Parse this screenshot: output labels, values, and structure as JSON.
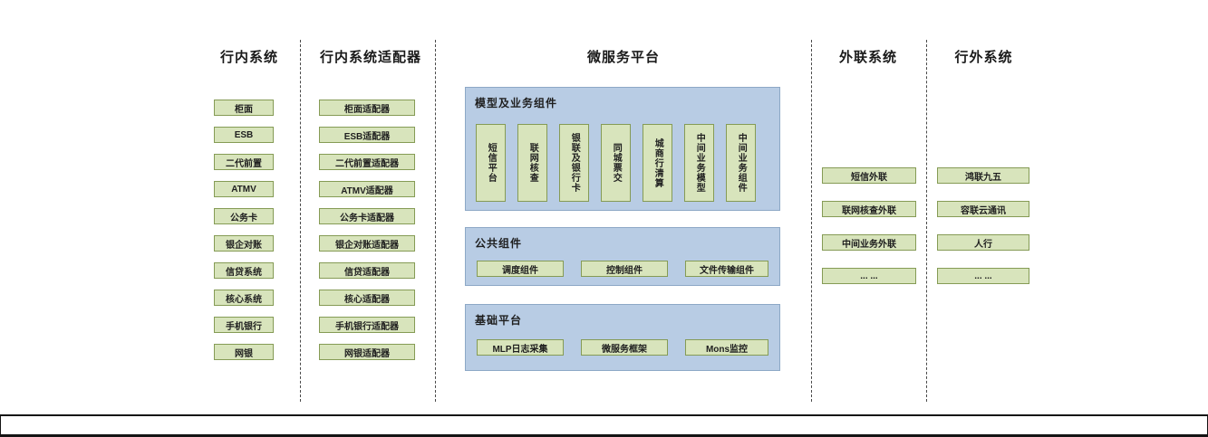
{
  "diagram": {
    "lanes": {
      "internal": {
        "title": "行内系统",
        "items": [
          "柜面",
          "ESB",
          "二代前置",
          "ATMV",
          "公务卡",
          "银企对账",
          "信贷系统",
          "核心系统",
          "手机银行",
          "网银"
        ]
      },
      "adapters": {
        "title": "行内系统适配器",
        "items": [
          "柜面适配器",
          "ESB适配器",
          "二代前置适配器",
          "ATMV适配器",
          "公务卡适配器",
          "银企对账适配器",
          "信贷适配器",
          "核心适配器",
          "手机银行适配器",
          "网银适配器"
        ]
      },
      "platform": {
        "title": "微服务平台",
        "model_section": {
          "title": "模型及业务组件",
          "items": [
            "短信平台",
            "联网核查",
            "银联及银行卡",
            "同城票交",
            "城商行清算",
            "中间业务模型",
            "中间业务组件"
          ]
        },
        "common_section": {
          "title": "公共组件",
          "items": [
            "调度组件",
            "控制组件",
            "文件传输组件"
          ]
        },
        "base_section": {
          "title": "基础平台",
          "items": [
            "MLP日志采集",
            "微服务框架",
            "Mons监控"
          ]
        }
      },
      "outbound": {
        "title": "外联系统",
        "items": [
          "短信外联",
          "联网核查外联",
          "中间业务外联",
          "... ..."
        ]
      },
      "external": {
        "title": "行外系统",
        "items": [
          "鸿联九五",
          "容联云通讯",
          "人行",
          "... ..."
        ]
      }
    },
    "colors": {
      "box_fill": "#d8e4bc",
      "box_border": "#859b55",
      "panel_fill": "#b8cce4",
      "panel_border": "#8da8c6"
    }
  }
}
